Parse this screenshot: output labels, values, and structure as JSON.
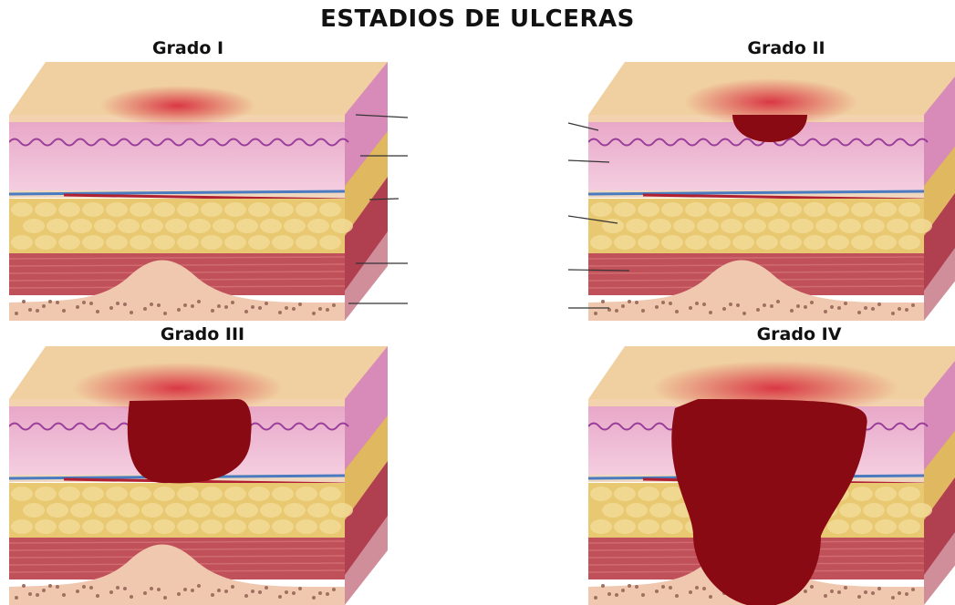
{
  "title": "ESTADIOS DE ULCERAS",
  "grades": [
    {
      "label": "Grado I"
    },
    {
      "label": "Grado II"
    },
    {
      "label": "Grado III"
    },
    {
      "label": "Grado IV"
    }
  ],
  "colors": {
    "epidermis_top": "#f0cfa0",
    "dermis": "#e8a8c8",
    "dermis_light": "#f4cde0",
    "fat": "#e8c870",
    "muscle": "#c0505a",
    "bone": "#f0c8b0",
    "ulcer": "#8a0a14",
    "redness": "#d83040"
  }
}
